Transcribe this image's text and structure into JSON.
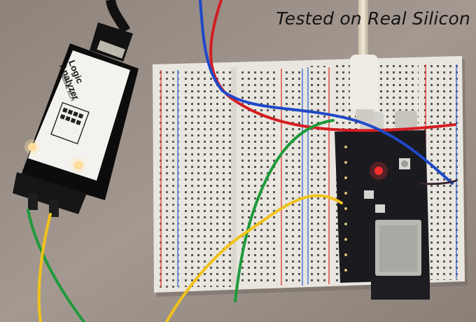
{
  "caption": "Tested on Real Silicon",
  "logic_analyzer": {
    "title_line1": "Logic",
    "title_line2": "Analyzer",
    "subtitle": "24MHz 8CH"
  },
  "colors": {
    "background_cloth": "#9a8f86",
    "breadboard": "#e9e6e0",
    "rail_red": "#e0443c",
    "rail_blue": "#3b6fd1",
    "wire_red": "#d41d22",
    "wire_blue": "#1f49c9",
    "wire_green": "#1f9a3a",
    "wire_yellow": "#f1c21b",
    "esp32_board": "#1a1a1f",
    "analyzer_case": "#0c0c0c"
  }
}
